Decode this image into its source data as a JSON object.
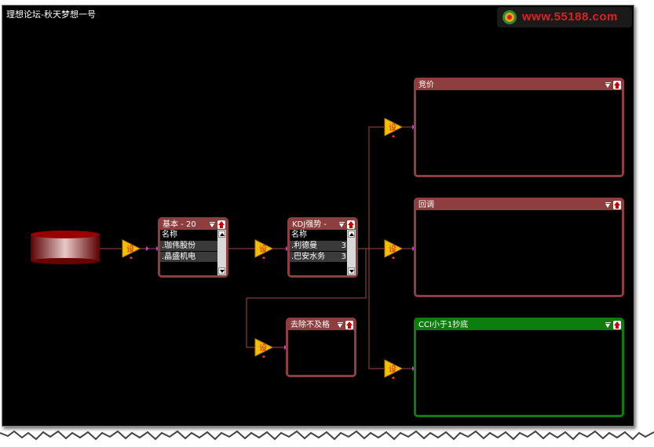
{
  "window": {
    "title": "理想论坛-秋天梦想一号"
  },
  "watermark": {
    "text": "www.55188.com"
  },
  "filter_label": "设",
  "nodes": {
    "basic": {
      "title": "基本 - 20",
      "column": "名称",
      "rows": [
        {
          "name": ".珈伟股份",
          "num": ""
        },
        {
          "name": ".晶盛机电",
          "num": ""
        }
      ]
    },
    "kdj": {
      "title": "KDJ强势 -",
      "column": "名称",
      "rows": [
        {
          "name": ".利德曼",
          "num": "3"
        },
        {
          "name": ".巴安水务",
          "num": "3"
        }
      ]
    },
    "remove": {
      "title": "去除不及格"
    },
    "bid": {
      "title": "竞价"
    },
    "pullback": {
      "title": "回调"
    },
    "cci": {
      "title": "CCI小于1抄底"
    }
  },
  "colors": {
    "node_border": "#8e3e3e",
    "active_border": "#0d7d0d",
    "wire": "#9a4a4a"
  }
}
